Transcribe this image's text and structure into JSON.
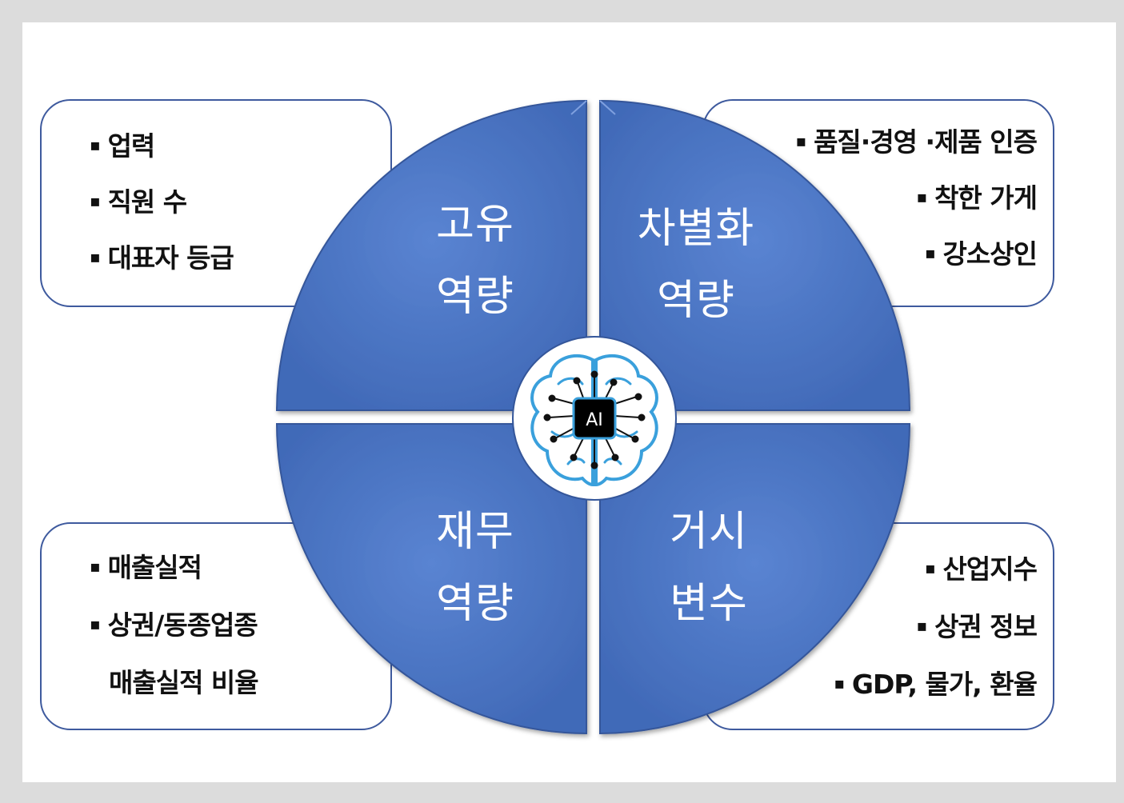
{
  "quadrants": {
    "top_left": {
      "line1": "고유",
      "line2": "역량"
    },
    "top_right": {
      "line1": "차별화",
      "line2": "역량"
    },
    "bottom_left": {
      "line1": "재무",
      "line2": "역량"
    },
    "bottom_right": {
      "line1": "거시",
      "line2": "변수"
    }
  },
  "center": {
    "chip_label": "AI"
  },
  "boxes": {
    "top_left": [
      "업력",
      "직원 수",
      "대표자 등급"
    ],
    "top_right": [
      "품질·경영 ·제품 인증",
      "착한 가게",
      "강소상인"
    ],
    "bottom_left": [
      "매출실적",
      "상권/동종업종",
      "매출실적 비율"
    ],
    "bottom_right": [
      "산업지수",
      "상권 정보",
      "GDP, 물가, 환율"
    ]
  },
  "bullet": "▪",
  "colors": {
    "quadrant": "#4a72c0",
    "quadrant_edge": "#34569a",
    "box_border": "#3e5a9e",
    "brain": "#3aa0dc",
    "chip": "#000000"
  }
}
